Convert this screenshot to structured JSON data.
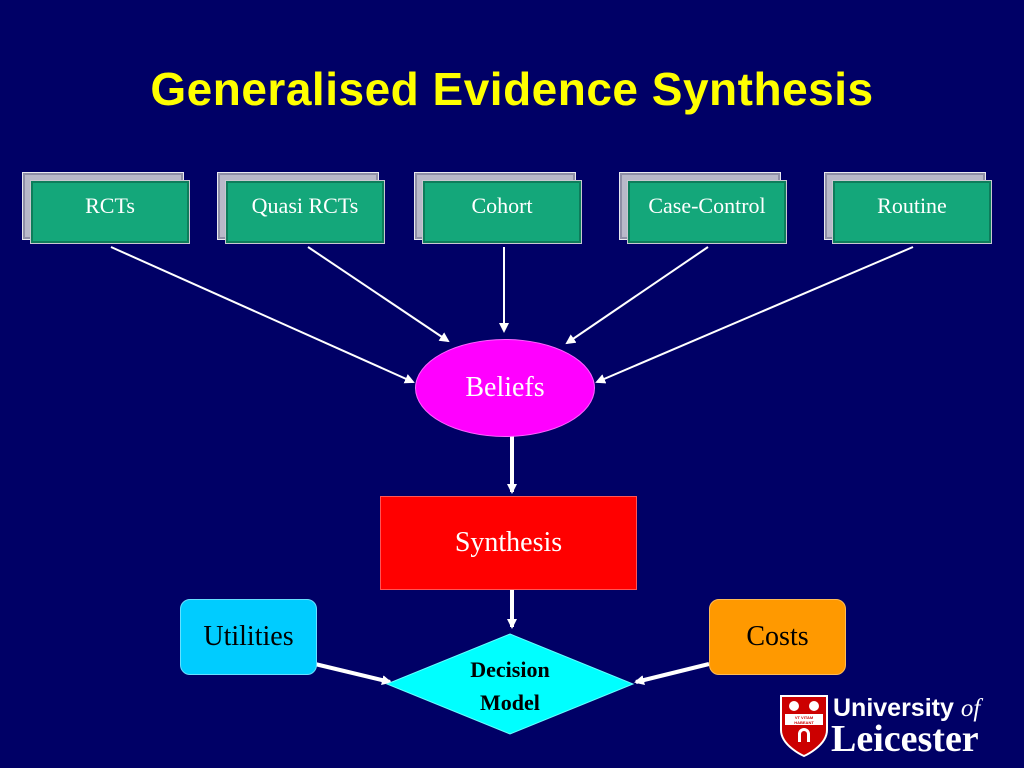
{
  "title": "Generalised Evidence Synthesis",
  "sources": [
    {
      "label": "RCTs"
    },
    {
      "label": "Quasi RCTs"
    },
    {
      "label": "Cohort"
    },
    {
      "label": "Case-Control"
    },
    {
      "label": "Routine"
    }
  ],
  "beliefs": {
    "label": "Beliefs"
  },
  "synthesis": {
    "label": "Synthesis"
  },
  "utilities": {
    "label": "Utilities"
  },
  "costs": {
    "label": "Costs"
  },
  "decision_model": {
    "line1": "Decision",
    "line2": "Model"
  },
  "logo": {
    "word1": "University",
    "word2": "of",
    "word3": "Leicester",
    "motto": "VT VITAM HABEANT"
  },
  "colors": {
    "background": "#000066",
    "title": "#ffff00",
    "source_box": "#14a77a",
    "beliefs": "#ff00ff",
    "synthesis": "#ff0000",
    "utilities": "#00ccff",
    "costs": "#ff9900",
    "decision_model": "#00ffff",
    "logo_shield": "#cc0000"
  }
}
